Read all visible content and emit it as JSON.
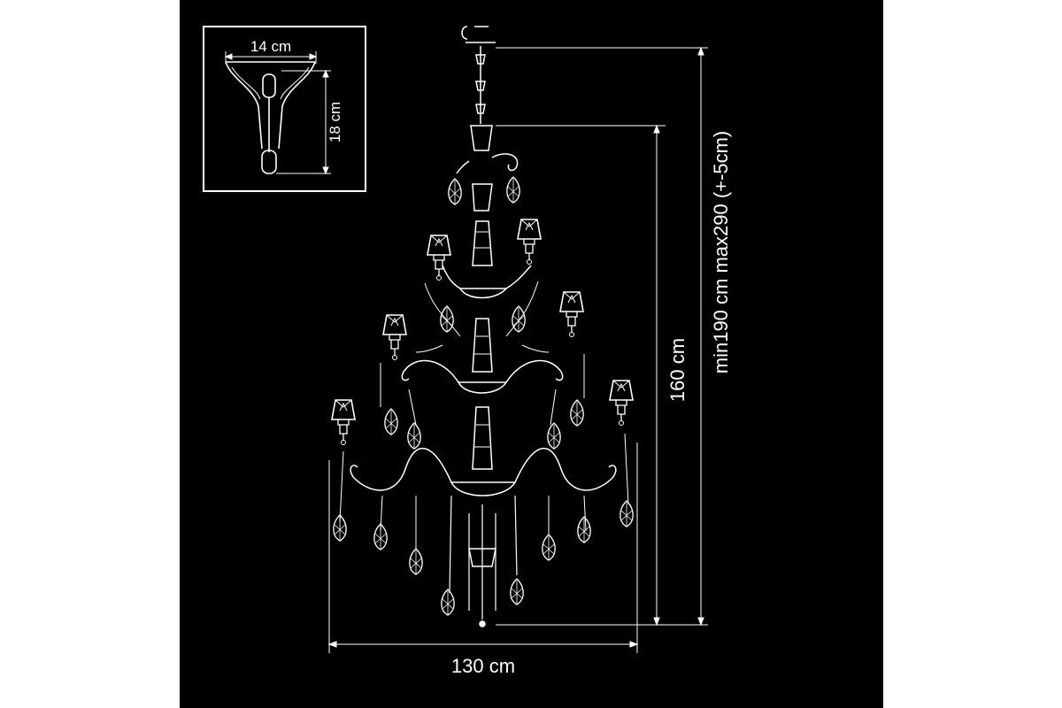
{
  "colors": {
    "background": "#000000",
    "panel_outer": "#ffffff",
    "line": "#ffffff"
  },
  "inset": {
    "width_label": "14 cm",
    "height_label": "18 cm"
  },
  "dimensions": {
    "overall_width": "130 cm",
    "body_height": "160 cm",
    "total_height": "min190 cm max290 (+-5cm)"
  }
}
